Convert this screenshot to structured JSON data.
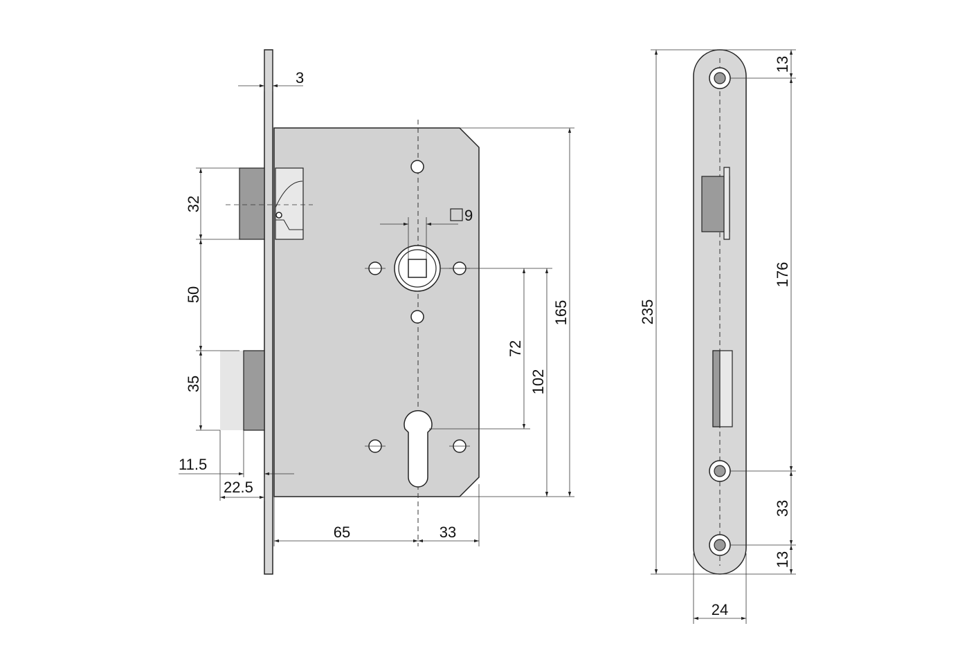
{
  "dimensions": {
    "faceplate_thickness": "3",
    "spindle_square": "9",
    "latch_height": "32",
    "latch_to_bolt": "50",
    "bolt_height": "35",
    "bolt_throw_a": "11.5",
    "bolt_throw_b": "22.5",
    "backset": "65",
    "cylinder_to_edge": "33",
    "center_distance": "72",
    "spindle_to_bottom": "102",
    "case_height": "165",
    "faceplate_length": "235",
    "screw_top_offset": "13",
    "screw_spacing": "176",
    "lower_screw_spacing": "33",
    "screw_bottom_offset": "13",
    "faceplate_width": "24"
  }
}
